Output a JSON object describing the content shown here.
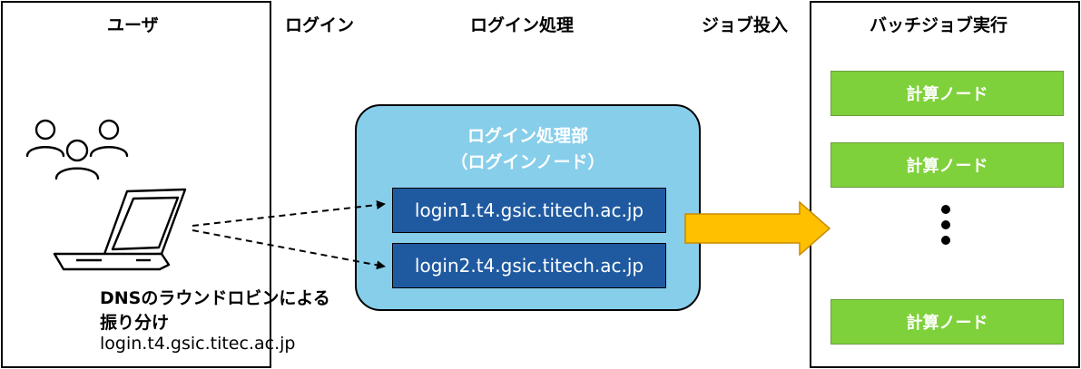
{
  "headers": {
    "user": "ユーザ",
    "login": "ログイン",
    "login_processing": "ログイン処理",
    "job_submit": "ジョブ投入",
    "batch_exec": "バッチジョブ実行"
  },
  "login_region": {
    "title": "ログイン処理部",
    "subtitle": "（ログインノード）",
    "hosts": [
      "login1.t4.gsic.titech.ac.jp",
      "login2.t4.gsic.titech.ac.jp"
    ]
  },
  "compute_nodes": [
    "計算ノード",
    "計算ノード",
    "計算ノード"
  ],
  "dns_note": {
    "line1": "DNSのラウンドロビンによる",
    "line2": "振り分け",
    "line3": "login.t4.gsic.titec.ac.jp"
  },
  "icons": [
    "users-icon",
    "laptop-icon",
    "vertical-ellipsis-icon"
  ],
  "colors": {
    "login_region": "#87ceeb",
    "host_box": "#1f5aa0",
    "compute_node": "#7fd13b",
    "job_arrow": "#ffc000"
  }
}
